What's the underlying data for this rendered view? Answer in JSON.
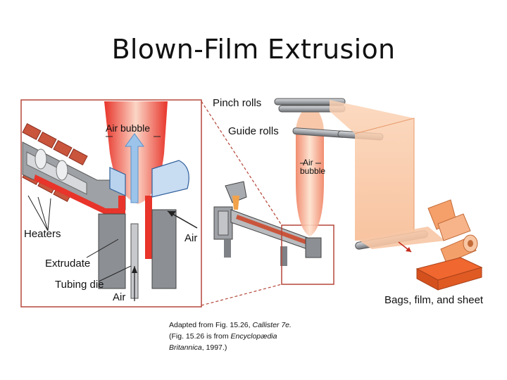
{
  "slide": {
    "title": "Blown-Film Extrusion"
  },
  "figure": {
    "labels": {
      "air_bubble_inset": "Air bubble",
      "heaters": "Heaters",
      "extrudate": "Extrudate",
      "tubing_die": "Tubing die",
      "air_bottom": "Air",
      "air_right": "Air",
      "pinch_rolls": "Pinch rolls",
      "guide_rolls": "Guide rolls",
      "air_bubble_main_1": "Air",
      "air_bubble_main_2": "bubble",
      "bags_film_sheet": "Bags, film, and sheet"
    },
    "colors": {
      "extrudate_red": "#e8342a",
      "film_peach": "#f7b98f",
      "inset_border": "#b5473a",
      "steel_gray": "#8c8f94",
      "heater_brick": "#c9553c",
      "air_arrow_blue": "#7fb0e0"
    }
  },
  "caption": {
    "line1_prefix": "Adapted from Fig. 15.26, ",
    "line1_italic": "Callister 7e.",
    "line2_prefix": "(Fig. 15.26 is from ",
    "line2_italic": "Encyclopædia",
    "line3_italic": "Britannica",
    "line3_suffix": ", 1997.)"
  }
}
